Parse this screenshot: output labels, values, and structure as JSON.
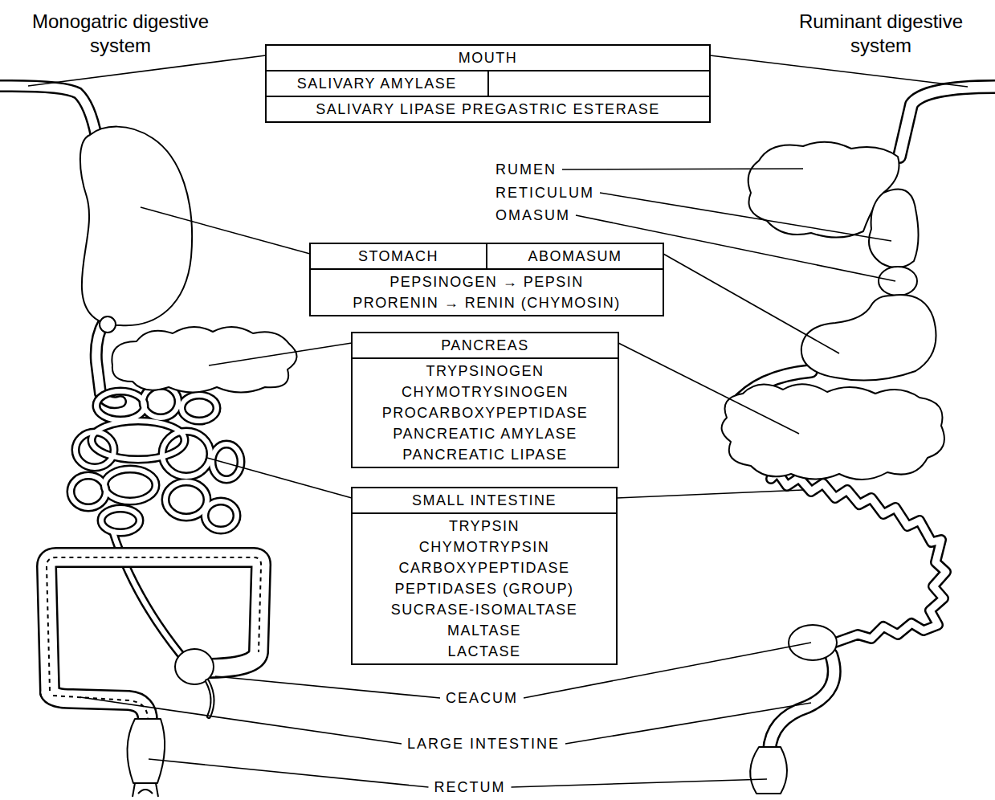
{
  "diagram": {
    "nodes": [
      {
        "text": [
          "MOUTH",
          "SALIVARY AMYLASE",
          "SALIVARY LIPASE PREGASTRIC ESTERASE"
        ]
      },
      {
        "text": [
          "STOMACH",
          "ABOMASUM",
          "PEPSINOGEN → PEPSIN",
          "PRORENIN → RENIN (CHYMOSIN)"
        ]
      },
      {
        "text": [
          "PANCREAS",
          "TRYPSINOGEN",
          "CHYMOTRYSINOGEN",
          "PROCARBOXYPEPTIDASE",
          "PANCREATIC AMYLASE",
          "PANCREATIC LIPASE"
        ]
      },
      {
        "text": [
          "SMALL INTESTINE",
          "TRYPSIN",
          "CHYMOTRYPSIN",
          "CARBOXYPEPTIDASE",
          "PEPTIDASES (GROUP)",
          "SUCRASE-ISOMALTASE",
          "MALTASE",
          "LACTASE"
        ]
      }
    ],
    "labels": [
      "Monogatric digestive system",
      "Ruminant digestive system",
      "RUMEN",
      "RETICULUM",
      "OMASUM",
      "CEACUM",
      "LARGE INTESTINE",
      "RECTUM"
    ]
  }
}
